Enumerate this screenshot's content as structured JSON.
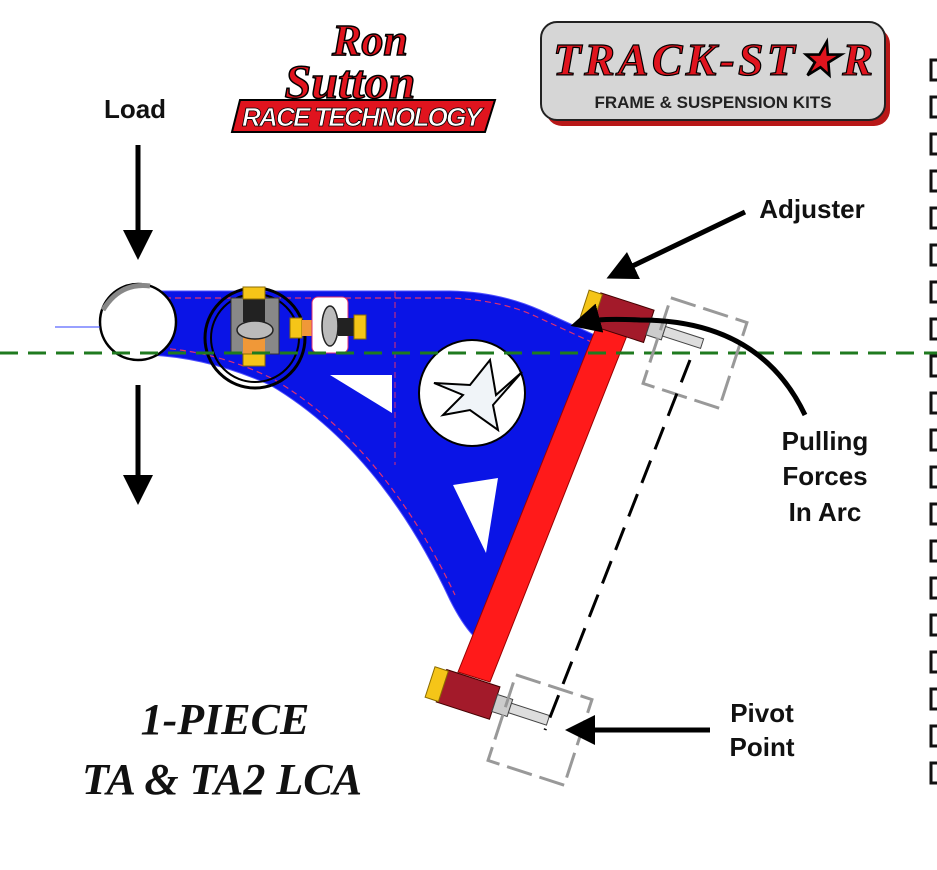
{
  "logos": {
    "ron_sutton": {
      "line1": "Ron",
      "line2": "Sutton",
      "line3": "RACE TECHNOLOGY"
    },
    "track_star": {
      "name": "TRACK-ST★R",
      "tagline": "FRAME & SUSPENSION KITS"
    }
  },
  "labels": {
    "load": "Load",
    "adjuster": "Adjuster",
    "pulling_forces": [
      "Pulling",
      "Forces",
      "In Arc"
    ],
    "pivot_point": [
      "Pivot",
      "Point"
    ]
  },
  "title": {
    "line1": "1-PIECE",
    "line2": "TA & TA2 LCA"
  },
  "colors": {
    "arm": "#0a14e6",
    "bar": "#ff1a1a",
    "adjuster": "#a31a2a",
    "centerline": "#1f7a1f",
    "logo_red": "#e0141e"
  }
}
